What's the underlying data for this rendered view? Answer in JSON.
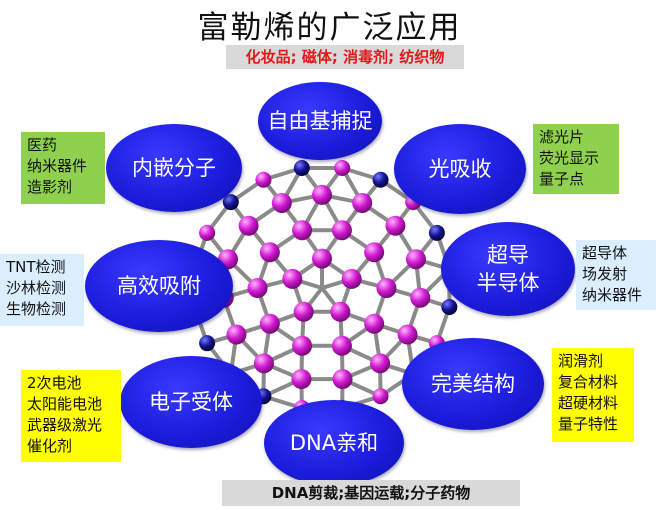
{
  "title": "富勒烯的广泛应用",
  "top_banner": "化妆品; 磁体; 消毒剂; 纺织物",
  "bottom_banner": "DNA剪裁;基因运载;分子药物",
  "nodes": {
    "free_radical": "自由基捕捉",
    "embedded": "内嵌分子",
    "light_absorb": "光吸收",
    "superconductor": [
      "超导",
      "半导体"
    ],
    "adsorption": "高效吸附",
    "perfect_structure": "完美结构",
    "electron_acceptor": "电子受体",
    "dna_affinity": "DNA亲和"
  },
  "boxes": {
    "medicine": [
      "医药",
      "纳米器件",
      "造影剂"
    ],
    "optics": [
      "滤光片",
      "荧光显示",
      "量子点"
    ],
    "detection": [
      "TNT检测",
      "沙林检测",
      "生物检测"
    ],
    "electronics": [
      "超导体",
      "场发射",
      "纳米器件"
    ],
    "energy": [
      "2次电池",
      "太阳能电池",
      "武器级激光",
      "催化剂"
    ],
    "materials": [
      "润滑剂",
      "复合材料",
      "超硬材料",
      "量子特性"
    ]
  },
  "colors": {
    "ellipse": "#1c1cdc",
    "atom_pink": "#d21ad2",
    "atom_blue": "#141496",
    "green_box": "#8fd14f",
    "blue_box": "#dbeefe",
    "yellow_box": "#ffff00",
    "top_banner_text": "#e0191b"
  }
}
